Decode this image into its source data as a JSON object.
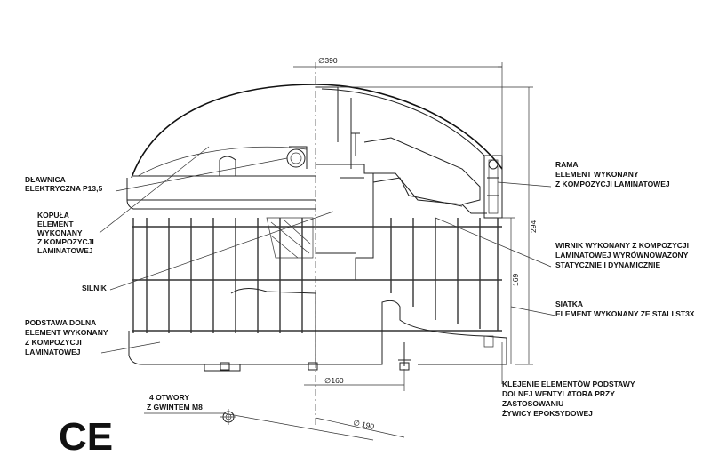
{
  "labels": {
    "dlawnica_1": "DŁAWNICA",
    "dlawnica_2": "ELEKTRYCZNA P13,5",
    "kopula_1": "KOPUŁA",
    "kopula_2": "ELEMENT",
    "kopula_3": "WYKONANY",
    "kopula_4": "Z KOMPOZYCJI",
    "kopula_5": "LAMINATOWEJ",
    "silnik": "SILNIK",
    "podstawa_1": "PODSTAWA DOLNA",
    "podstawa_2": "ELEMENT WYKONANY",
    "podstawa_3": "Z KOMPOZYCJI",
    "podstawa_4": "LAMINATOWEJ",
    "otwory_1": "4 OTWORY",
    "otwory_2": "Z GWINTEM M8",
    "rama_1": "RAMA",
    "rama_2": "ELEMENT WYKONANY",
    "rama_3": "Z KOMPOZYCJI LAMINATOWEJ",
    "wirnik_1": "WIRNIK WYKONANY Z KOMPOZYCJI",
    "wirnik_2": "LAMINATOWEJ WYRÓWNOWAŻONY",
    "wirnik_3": "STATYCZNIE I DYNAMICZNIE",
    "siatka_1": "SIATKA",
    "siatka_2": "ELEMENT WYKONANY ZE STALI ST3X",
    "klejenie_1": "KLEJENIE ELEMENTÓW PODSTAWY",
    "klejenie_2": "DOLNEJ WENTYLATORA PRZY",
    "klejenie_3": "ZASTOSOWANIU",
    "klejenie_4": "ŻYWICY EPOKSYDOWEJ"
  },
  "dimensions": {
    "d390": "∅390",
    "d294": "294",
    "d169": "169",
    "d160": "∅160",
    "d190": "∅ 190"
  },
  "marks": {
    "ce": "CE"
  }
}
